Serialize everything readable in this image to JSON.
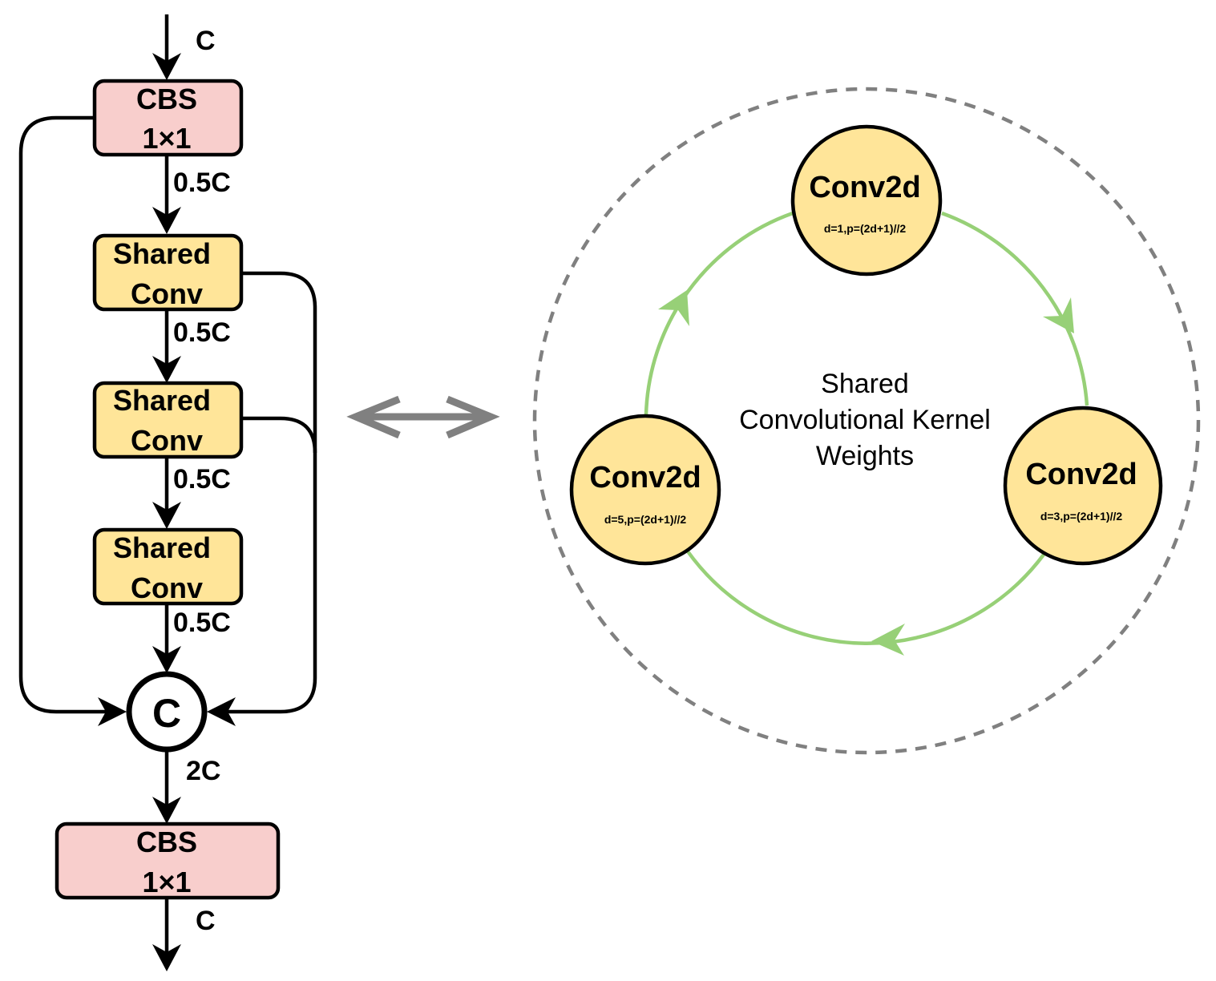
{
  "left_branch": {
    "input_label": "C",
    "cbs_top": {
      "line1": "CBS",
      "line2": "1×1"
    },
    "edge_labels": [
      "0.5C",
      "0.5C",
      "0.5C",
      "0.5C"
    ],
    "shared_convs": [
      {
        "line1": "Shared",
        "line2": "Conv"
      },
      {
        "line1": "Shared",
        "line2": "Conv"
      },
      {
        "line1": "Shared",
        "line2": "Conv"
      }
    ],
    "concat_symbol": "C",
    "concat_output_label": "2C",
    "cbs_bottom": {
      "line1": "CBS",
      "line2": "1×1"
    },
    "output_label": "C"
  },
  "right_panel": {
    "center_text": [
      "Shared",
      "Convolutional Kernel",
      "Weights"
    ],
    "nodes": [
      {
        "title": "Conv2d",
        "param": "d=1,p=(2d+1)//2"
      },
      {
        "title": "Conv2d",
        "param": "d=3,p=(2d+1)//2"
      },
      {
        "title": "Conv2d",
        "param": "d=5,p=(2d+1)//2"
      }
    ]
  },
  "colors": {
    "cbs_fill": "#f8cecc",
    "conv_fill": "#ffe599",
    "node_fill": "#ffe599",
    "cycle_arrow": "#97d077",
    "dashed_circle": "#808080",
    "double_arrow": "#808080"
  }
}
